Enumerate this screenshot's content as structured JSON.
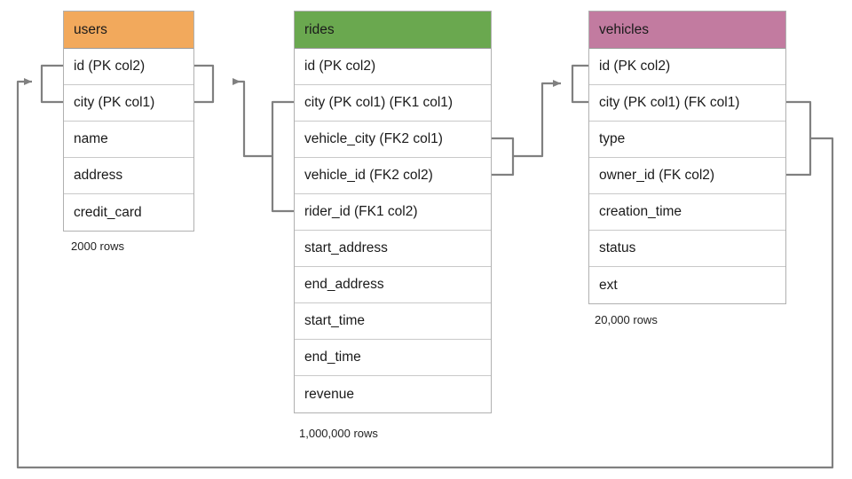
{
  "diagram": {
    "title": "database-schema-er-diagram",
    "colors": {
      "users_header": "#F2A95C",
      "rides_header": "#6AA84F",
      "vehicles_header": "#C27BA0",
      "connector": "#808080",
      "table_border": "#b0b0b0"
    },
    "tables": [
      {
        "name": "users",
        "header_color": "#F2A95C",
        "row_count": "2000 rows",
        "columns": [
          {
            "label": "id (PK col2)"
          },
          {
            "label": "city (PK col1)"
          },
          {
            "label": "name"
          },
          {
            "label": "address"
          },
          {
            "label": "credit_card"
          }
        ]
      },
      {
        "name": "rides",
        "header_color": "#6AA84F",
        "row_count": "1,000,000 rows",
        "columns": [
          {
            "label": "id (PK col2)"
          },
          {
            "label": "city (PK col1) (FK1 col1)"
          },
          {
            "label": "vehicle_city (FK2 col1)"
          },
          {
            "label": "vehicle_id (FK2 col2)"
          },
          {
            "label": "rider_id (FK1 col2)"
          },
          {
            "label": "start_address"
          },
          {
            "label": "end_address"
          },
          {
            "label": "start_time"
          },
          {
            "label": "end_time"
          },
          {
            "label": "revenue"
          }
        ]
      },
      {
        "name": "vehicles",
        "header_color": "#C27BA0",
        "row_count": "20,000 rows",
        "columns": [
          {
            "label": "id (PK col2)"
          },
          {
            "label": "city (PK col1) (FK col1)"
          },
          {
            "label": "type"
          },
          {
            "label": "owner_id (FK col2)"
          },
          {
            "label": "creation_time"
          },
          {
            "label": "status"
          },
          {
            "label": "ext"
          }
        ]
      }
    ],
    "relationships": [
      {
        "name": "rides-rider-to-users",
        "from_table": "rides",
        "from_columns": [
          "city (PK col1) (FK1 col1)",
          "rider_id (FK1 col2)"
        ],
        "to_table": "users",
        "to_columns": [
          "id (PK col2)",
          "city (PK col1)"
        ]
      },
      {
        "name": "rides-vehicle-to-vehicles",
        "from_table": "rides",
        "from_columns": [
          "vehicle_city (FK2 col1)",
          "vehicle_id (FK2 col2)"
        ],
        "to_table": "vehicles",
        "to_columns": [
          "id (PK col2)",
          "city (PK col1) (FK col1)"
        ]
      },
      {
        "name": "vehicles-owner-to-users",
        "from_table": "vehicles",
        "from_columns": [
          "city (PK col1) (FK col1)",
          "owner_id (FK col2)"
        ],
        "to_table": "users",
        "to_columns": [
          "id (PK col2)",
          "city (PK col1)"
        ]
      }
    ]
  }
}
